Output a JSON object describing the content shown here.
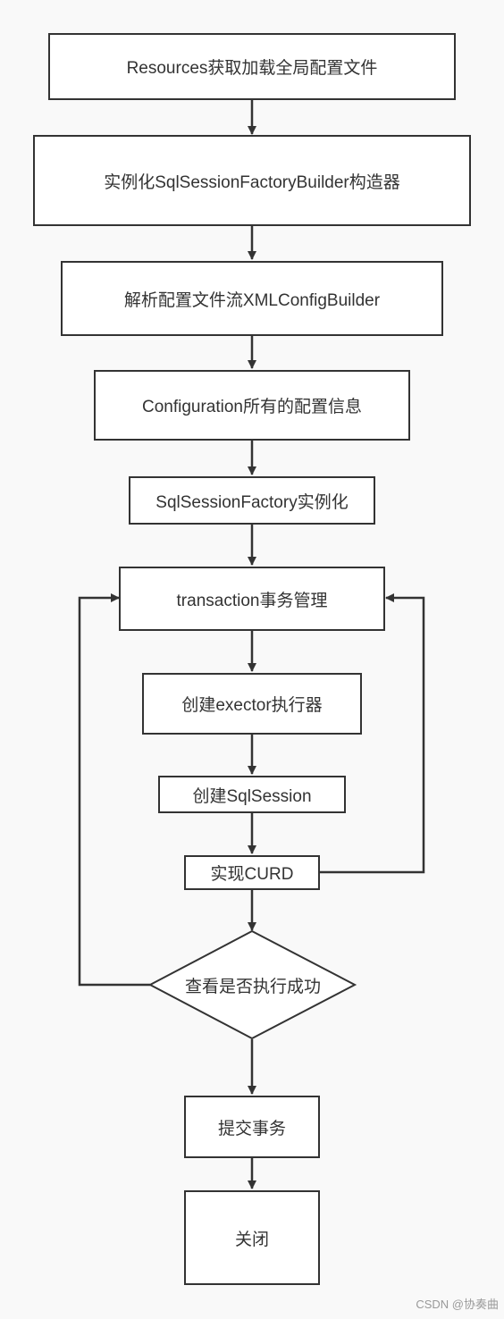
{
  "flowchart": {
    "nodes": {
      "load_config": "Resources获取加载全局配置文件",
      "builder": "实例化SqlSessionFactoryBuilder构造器",
      "parse": "解析配置文件流XMLConfigBuilder",
      "configuration": "Configuration所有的配置信息",
      "factory": "SqlSessionFactory实例化",
      "transaction": "transaction事务管理",
      "executor": "创建exector执行器",
      "session": "创建SqlSession",
      "curd": "实现CURD",
      "check": "查看是否执行成功",
      "commit": "提交事务",
      "close": "关闭"
    }
  },
  "watermark": "CSDN @协奏曲"
}
